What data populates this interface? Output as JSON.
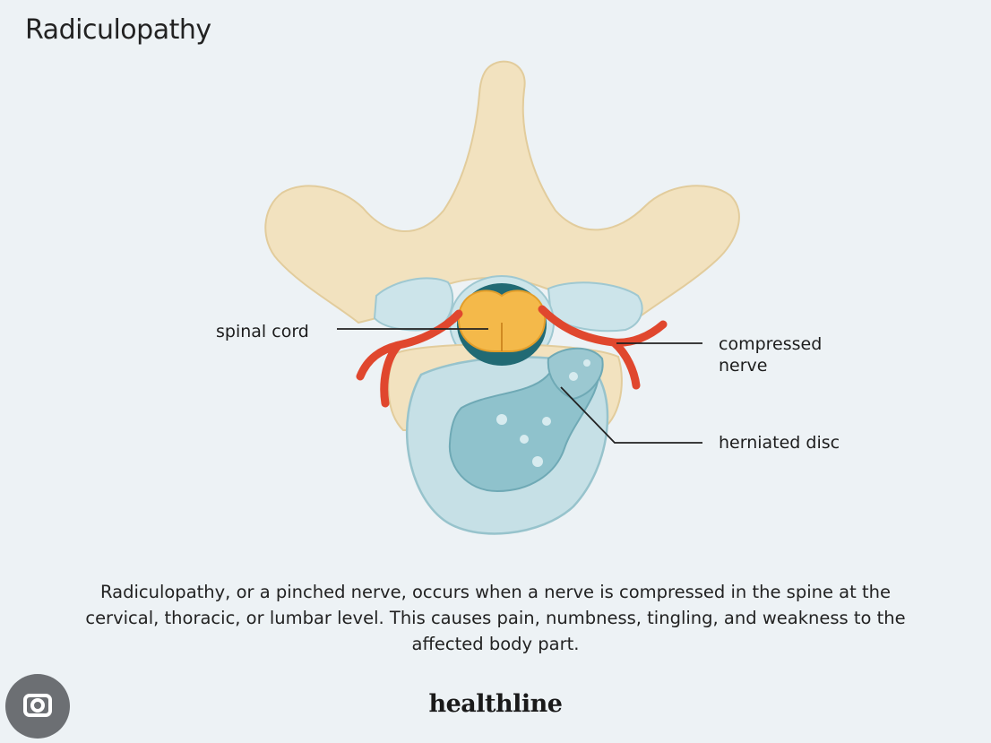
{
  "title": "Radiculopathy",
  "labels": {
    "spinal_cord": "spinal cord",
    "compressed_nerve": "compressed\nnerve",
    "herniated_disc": "herniated disc"
  },
  "caption": "Radiculopathy, or a pinched nerve, occurs when a nerve is compressed in the spine at the cervical, thoracic, or lumbar level. This causes pain, numbness, tingling, and weakness to the affected body part.",
  "brand": "healthline",
  "icons": {
    "overlay_button": "image-search-icon"
  },
  "colors": {
    "background": "#edf2f5",
    "bone": "#f2e2bf",
    "disc": "#c6e0e6",
    "nerve": "#e0472e",
    "cord": "#f4b94a",
    "canal": "#216a74"
  }
}
